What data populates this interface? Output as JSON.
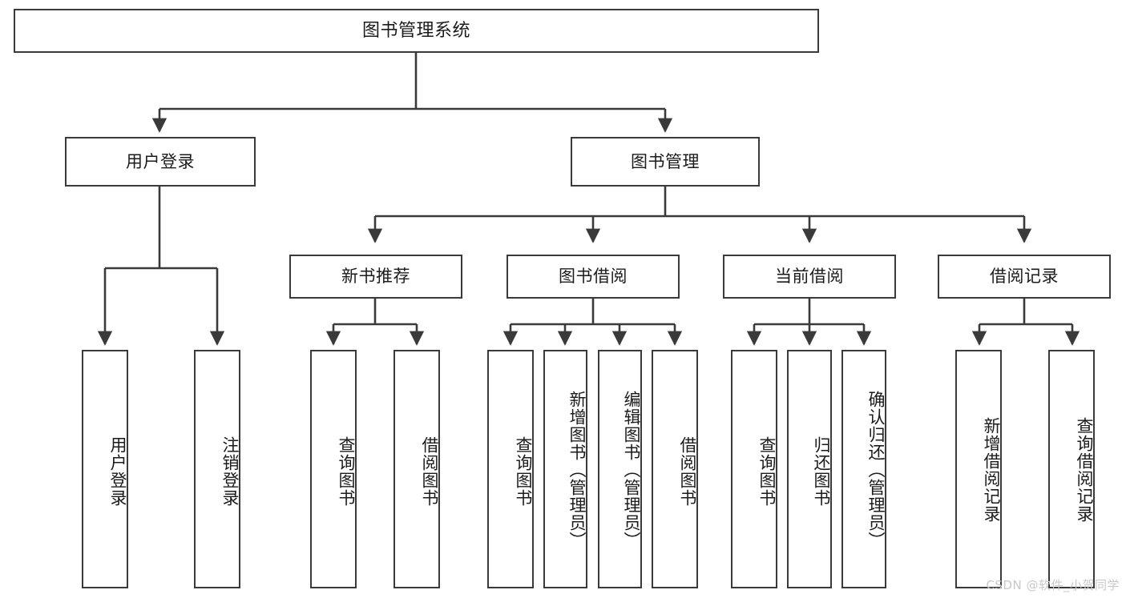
{
  "diagram": {
    "title": "图书管理系统",
    "type": "tree-hierarchy",
    "stroke_color": "#3a3a3a",
    "fill_color": "#ffffff",
    "text_color": "#1b1b1b"
  },
  "root": {
    "label": "图书管理系统"
  },
  "level2": [
    {
      "label": "用户登录"
    },
    {
      "label": "图书管理"
    }
  ],
  "level3": [
    {
      "label": "新书推荐"
    },
    {
      "label": "图书借阅"
    },
    {
      "label": "当前借阅"
    },
    {
      "label": "借阅记录"
    }
  ],
  "leaves": {
    "user_login": [
      {
        "label": "用户登录"
      },
      {
        "label": "注销登录"
      }
    ],
    "new_book_recommend": [
      {
        "label": "查询图书"
      },
      {
        "label": "借阅图书"
      }
    ],
    "book_borrow": [
      {
        "label": "查询图书"
      },
      {
        "label": "新增图书（管理员）"
      },
      {
        "label": "编辑图书（管理员）"
      },
      {
        "label": "借阅图书"
      }
    ],
    "current_borrow": [
      {
        "label": "查询图书"
      },
      {
        "label": "归还图书"
      },
      {
        "label": "确认归还（管理员）"
      }
    ],
    "borrow_record": [
      {
        "label": "新增借阅记录"
      },
      {
        "label": "查询借阅记录"
      }
    ]
  },
  "watermark": {
    "text": "CSDN @软件_小贺同学"
  }
}
